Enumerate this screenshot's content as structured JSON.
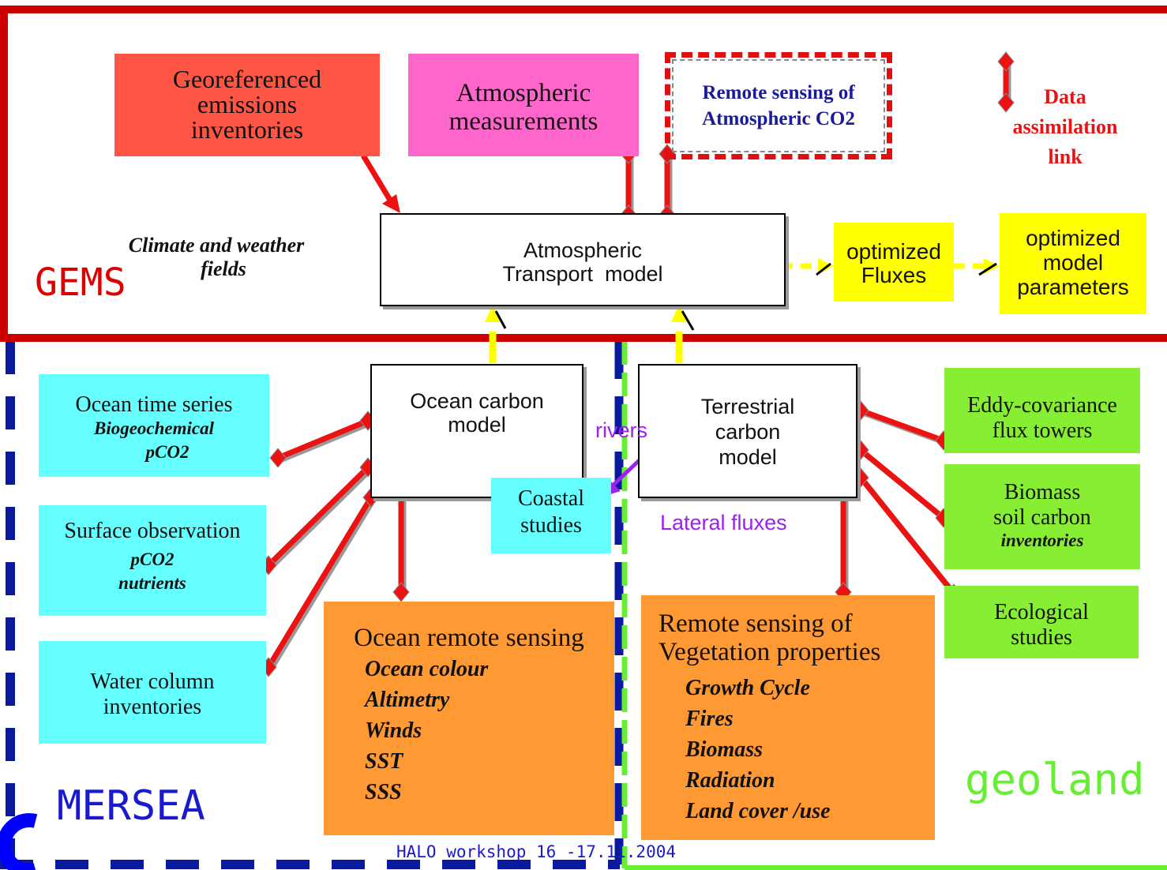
{
  "labels": {
    "gems": "GEMS",
    "mersea": "MERSEA",
    "geoland": "geoland",
    "footer": "HALO workshop 16 -17.11.2004",
    "climate": [
      "Climate and weather",
      "fields"
    ]
  },
  "boxes": {
    "emissions": [
      "Georeferenced",
      "emissions",
      "inventories"
    ],
    "atm_measurements": [
      "Atmospheric",
      "measurements"
    ],
    "remote_co2": [
      "Remote sensing of",
      "Atmospheric CO2"
    ],
    "legend": [
      "Data",
      "assimilation",
      "link"
    ],
    "transport": [
      "Atmospheric",
      "Transport  model"
    ],
    "opt_fluxes": [
      "optimized",
      "Fluxes"
    ],
    "opt_params": [
      "optimized",
      "model",
      "parameters"
    ],
    "ocean_model": [
      "Ocean carbon",
      "model"
    ],
    "terrestrial_model": [
      "Terrestrial",
      "carbon",
      "model"
    ],
    "ocean_ts": {
      "title": "Ocean time series",
      "items": [
        "Biogeochemical",
        "pCO2"
      ]
    },
    "surface_obs": {
      "title": "Surface observation",
      "items": [
        "pCO2",
        "nutrients"
      ]
    },
    "water_column": [
      "Water column",
      "inventories"
    ],
    "ocean_rs": {
      "title": "Ocean remote sensing",
      "items": [
        "Ocean colour",
        "Altimetry",
        "Winds",
        "SST",
        "SSS"
      ]
    },
    "coastal": [
      "Coastal",
      "studies"
    ],
    "rivers": "rivers",
    "lateral": "Lateral fluxes",
    "veg_rs": {
      "title": [
        "Remote sensing of",
        "Vegetation properties"
      ],
      "items": [
        "Growth Cycle",
        "Fires",
        "Biomass",
        "Radiation",
        "Land cover /use"
      ]
    },
    "eddy": [
      "Eddy-covariance",
      "flux towers"
    ],
    "biomass": {
      "title": [
        "Biomass",
        "soil carbon"
      ],
      "items": [
        "inventories"
      ]
    },
    "ecological": [
      "Ecological",
      "studies"
    ]
  },
  "colors": {
    "gems_red": "#cc0000",
    "mersea_blue": "#0a1a9c",
    "geoland_green": "#66ee33",
    "link_red": "#ee1111",
    "emissions_fill": "#ff5544",
    "atm_fill": "#ff66cc",
    "yellow_fill": "#ffff00",
    "cyan_fill": "#66ffff",
    "orange_fill": "#ff9933",
    "green_fill": "#88ee33",
    "purple": "#9922ee"
  }
}
